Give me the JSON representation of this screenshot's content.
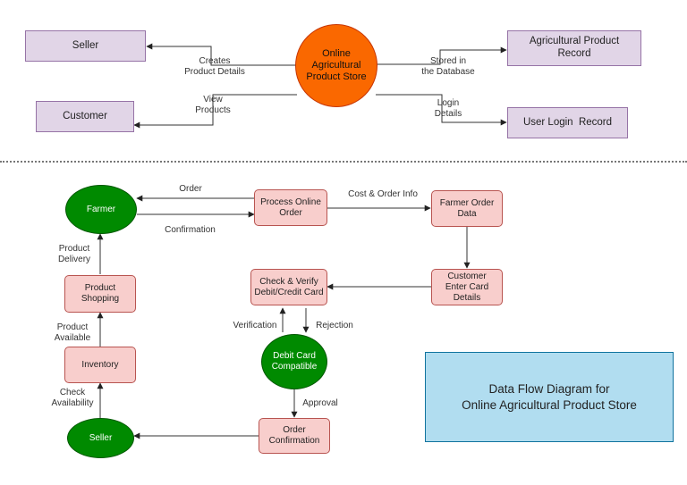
{
  "top": {
    "store": "Online Agricultural Product Store",
    "seller": "Seller",
    "customer": "Customer",
    "product_record": "Agricultural Product Record",
    "login_record": "User Login  Record",
    "edge_creates": "Creates\nProduct Details",
    "edge_view": "View\nProducts",
    "edge_stored": "Stored in\nthe Database",
    "edge_login": "Login\nDetails"
  },
  "bottom": {
    "farmer": "Farmer",
    "process_order": "Process Online\nOrder",
    "farmer_order_data": "Farmer Order\nData",
    "customer_card": "Customer\nEnter Card\nDetails",
    "check_verify": "Check & Verify\nDebit/Credit Card",
    "debit_compatible": "Debit Card\nCompatible",
    "order_confirmation": "Order\nConfirmation",
    "seller": "Seller",
    "inventory": "Inventory",
    "product_shopping": "Product\nShopping",
    "edge_order": "Order",
    "edge_confirmation": "Confirmation",
    "edge_cost": "Cost & Order Info",
    "edge_verification": "Verification",
    "edge_rejection": "Rejection",
    "edge_approval": "Approval",
    "edge_product_delivery": "Product\nDelivery",
    "edge_product_available": "Product\nAvailable",
    "edge_check_availability": "Check\nAvailability"
  },
  "title": "Data Flow Diagram for\nOnline Agricultural Product Store",
  "colors": {
    "process_fill": "#fa6800",
    "entity_fill": "#e1d5e7",
    "step_fill": "#f8cecc",
    "actor_fill": "#008a00",
    "title_fill": "#b1ddf0"
  }
}
